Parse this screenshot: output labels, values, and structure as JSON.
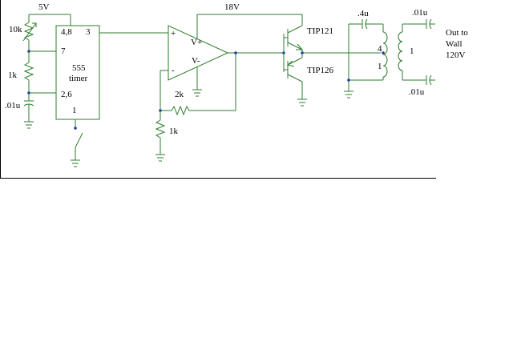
{
  "colors": {
    "wire": "#2e7d2e",
    "outline": "#000000",
    "junction": "#1f3fb0",
    "background": "#ffffff"
  },
  "labels": {
    "supply_5v": "5V",
    "supply_18v": "18V",
    "pot_10k": "10k",
    "res_1k_timer": "1k",
    "cap_01u_timer": ".01u",
    "ic_name_line1": "555",
    "ic_name_line2": "timer",
    "pin_48": "4,8",
    "pin_3": "3",
    "pin_7": "7",
    "pin_26": "2,6",
    "pin_1": "1",
    "opamp_plus": "+",
    "opamp_minus": "-",
    "opamp_vplus": "V+",
    "opamp_vminus": "V-",
    "res_2k": "2k",
    "res_1k_gain": "1k",
    "transistor_top": "TIP121",
    "transistor_bottom": "TIP126",
    "cap_4u": ".4u",
    "turns_primary_top": "4",
    "turns_primary_bottom": "1",
    "turns_secondary": "1",
    "cap_out_top": ".01u",
    "cap_out_bottom": ".01u",
    "out_line1": "Out to",
    "out_line2": "Wall",
    "out_line3": "120V"
  }
}
